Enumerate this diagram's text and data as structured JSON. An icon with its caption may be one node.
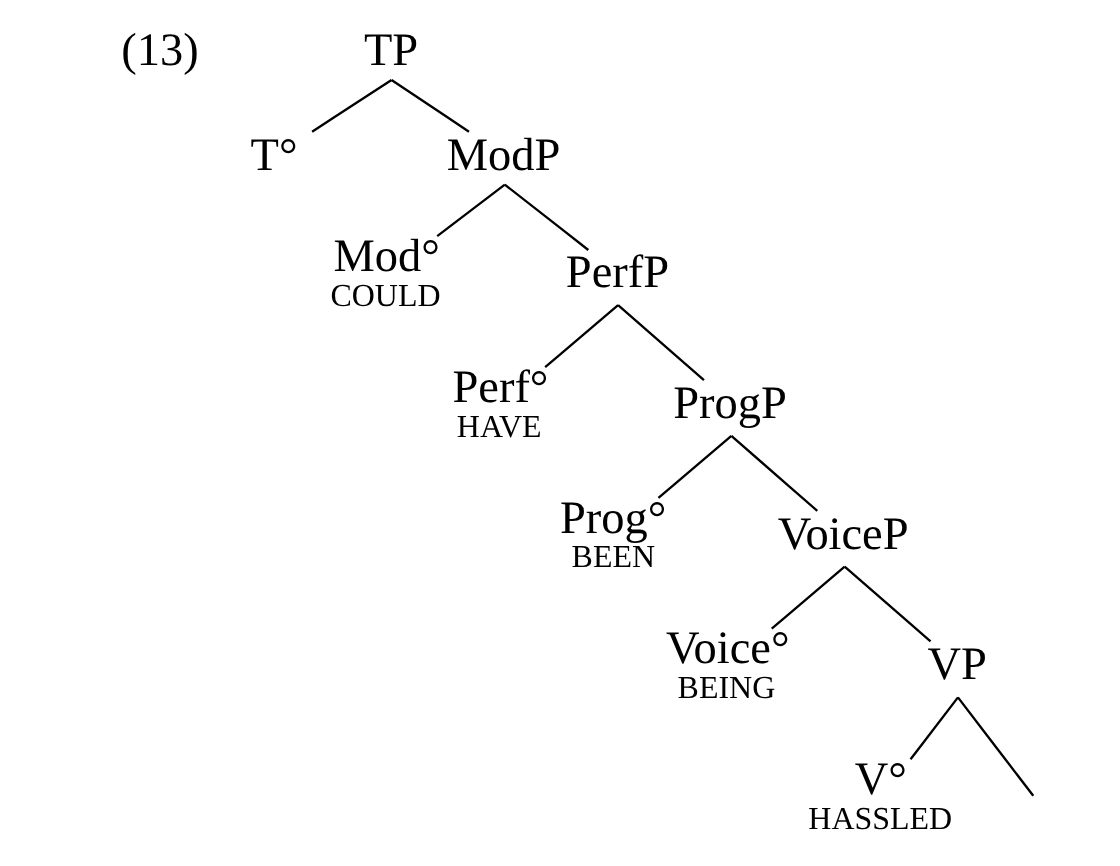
{
  "diagram": {
    "nodes": [
      {
        "text": [
          "TP"
        ]
      },
      {
        "text": [
          "T°"
        ]
      },
      {
        "text": [
          "ModP"
        ]
      },
      {
        "text": [
          "Mod°",
          "COULD"
        ]
      },
      {
        "text": [
          "PerfP"
        ]
      },
      {
        "text": [
          "Perf°",
          "HAVE"
        ]
      },
      {
        "text": [
          "ProgP"
        ]
      },
      {
        "text": [
          "Prog°",
          "BEEN"
        ]
      },
      {
        "text": [
          "VoiceP"
        ]
      },
      {
        "text": [
          "Voice°",
          "BEING"
        ]
      },
      {
        "text": [
          "VP"
        ]
      },
      {
        "text": [
          "V°",
          "HASSLED"
        ]
      }
    ],
    "edges": [
      {
        "from": 0,
        "to": 1,
        "arrow": "none"
      },
      {
        "from": 0,
        "to": 2,
        "arrow": "none"
      },
      {
        "from": 2,
        "to": 3,
        "arrow": "none"
      },
      {
        "from": 2,
        "to": 4,
        "arrow": "none"
      },
      {
        "from": 4,
        "to": 5,
        "arrow": "none"
      },
      {
        "from": 4,
        "to": 6,
        "arrow": "none"
      },
      {
        "from": 6,
        "to": 7,
        "arrow": "none"
      },
      {
        "from": 6,
        "to": 8,
        "arrow": "none"
      },
      {
        "from": 8,
        "to": 9,
        "arrow": "none"
      },
      {
        "from": 8,
        "to": 10,
        "arrow": "none"
      },
      {
        "from": 10,
        "to": 11,
        "arrow": "none"
      },
      {
        "from": 10,
        "to": null,
        "arrow": "none"
      }
    ],
    "labels": [
      "(13)"
    ]
  }
}
